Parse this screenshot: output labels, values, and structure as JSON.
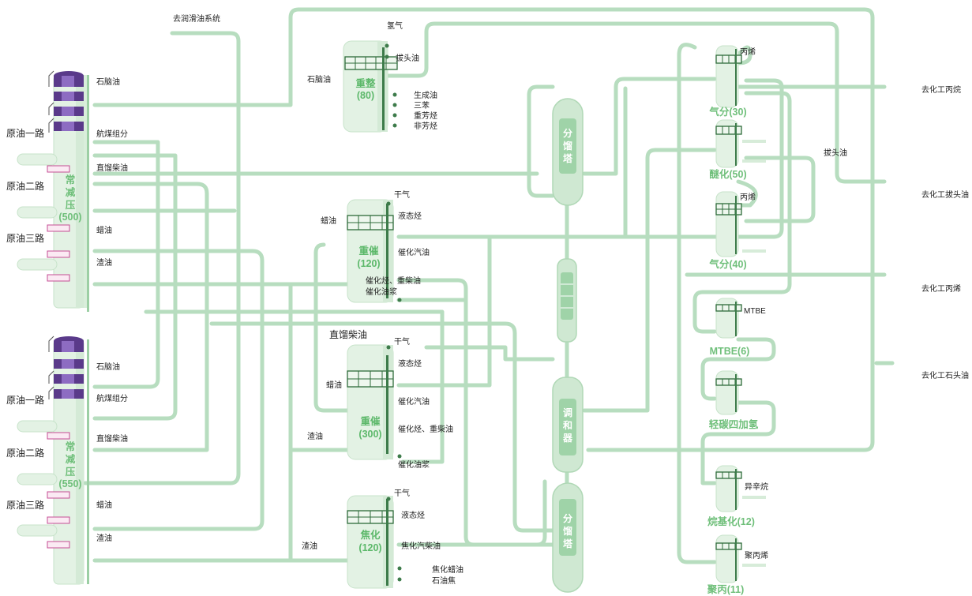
{
  "top_labels": {
    "lube": "去润滑油系统"
  },
  "cdu1": {
    "name": "常减压",
    "cap": "(500)",
    "feeds": [
      "原油一路",
      "原油二路",
      "原油三路"
    ],
    "products": [
      "石脑油",
      "航煤组分",
      "直馏柴油",
      "蜡油",
      "渣油"
    ]
  },
  "cdu2": {
    "name": "常减压",
    "cap": "(550)",
    "feeds": [
      "原油一路",
      "原油二路",
      "原油三路"
    ],
    "products": [
      "石脑油",
      "航煤组分",
      "直馏柴油",
      "蜡油",
      "渣油"
    ]
  },
  "reformer": {
    "name": "重整",
    "cap": "(80)",
    "in": "石脑油",
    "out": [
      "氢气",
      "拔头油",
      "生成油",
      "三苯",
      "重芳烃",
      "非芳烃"
    ]
  },
  "fcc1": {
    "name": "重催",
    "cap": "(120)",
    "in": "蜡油",
    "out": [
      "干气",
      "液态烃",
      "催化汽油",
      "催化烃、重柴油",
      "催化油浆"
    ]
  },
  "fcc2": {
    "name": "重催",
    "cap": "(300)",
    "in_top": "直馏柴油",
    "in": [
      "蜡油",
      "渣油"
    ],
    "out": [
      "干气",
      "液态烃",
      "催化汽油",
      "催化烃、重柴油",
      "催化油浆"
    ]
  },
  "coker": {
    "name": "焦化",
    "cap": "(120)",
    "in": "渣油",
    "out": [
      "干气",
      "液态烃",
      "焦化汽柴油",
      "焦化蜡油",
      "石油焦"
    ]
  },
  "center": {
    "frac1": "分馏塔",
    "blender": "调和器",
    "frac2": "分馏塔"
  },
  "right_units": {
    "gas1": {
      "name": "气分(30)",
      "out": "丙烯"
    },
    "ether": {
      "name": "醚化(50)"
    },
    "gas2": {
      "name": "气分(40)",
      "out": "丙烯"
    },
    "mtbe": {
      "name": "MTBE(6)",
      "out": "MTBE"
    },
    "c4": {
      "name": "轻碳四加氢"
    },
    "alky": {
      "name": "烷基化(12)",
      "out": "异辛烷"
    },
    "pp": {
      "name": "聚丙(11)",
      "out": "聚丙烯"
    }
  },
  "far_right": {
    "side": "拔头油",
    "dest": [
      "去化工丙烷",
      "去化工拔头油",
      "去化工丙烯",
      "去化工石头油"
    ]
  }
}
